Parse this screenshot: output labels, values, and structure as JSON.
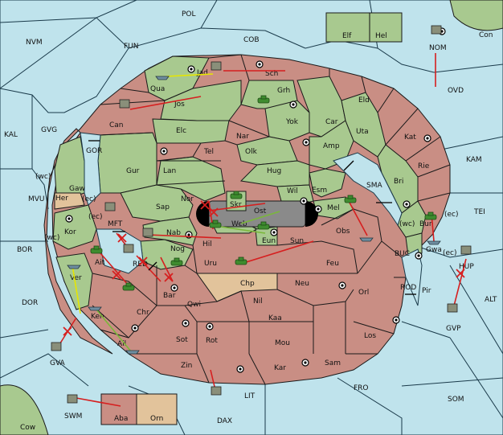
{
  "map": {
    "colors": {
      "sea": "#bfe3ec",
      "power_red": "#c98e84",
      "power_green": "#a8c98f",
      "neutral_tan": "#e2c39b",
      "center_grey": "#8a8a8a"
    },
    "sea_labels": [
      "POL",
      "NVM",
      "FUN",
      "COB",
      "Con",
      "NOM",
      "OVD",
      "KAL",
      "GVG",
      "KAM",
      "MVU",
      "TEI",
      "BOR",
      "BUC",
      "ALT",
      "DOR",
      "ROD",
      "GVP",
      "GVA",
      "SWM",
      "LIT",
      "FRO",
      "SOM",
      "Cow",
      "DAX",
      "GOR",
      "SMA",
      "RED",
      "MFT",
      "HUP"
    ],
    "land_labels": [
      "Elf",
      "Hel",
      "Jad",
      "Sch",
      "Qua",
      "Jos",
      "Grh",
      "Eld",
      "Can",
      "Yok",
      "Car",
      "Elc",
      "Nar",
      "Uta",
      "Kat",
      "Amp",
      "Tel",
      "Olk",
      "Gur",
      "Lan",
      "Hug",
      "Rie",
      "Bri",
      "Gaw",
      "Wil",
      "Esm",
      "Sap",
      "Nor",
      "Skr",
      "Ost",
      "Mel",
      "Her",
      "(wc)",
      "(ec)",
      "Kor",
      "Web",
      "Eun",
      "Obs",
      "Nab",
      "Sun",
      "Bun",
      "Hil",
      "Gwa",
      "Ait",
      "Nog",
      "Uru",
      "Feu",
      "Pir",
      "Chp",
      "Neu",
      "Orl",
      "Ver",
      "Bar",
      "Qwi",
      "Nil",
      "Chr",
      "Kaa",
      "Ken",
      "Los",
      "Sot",
      "Rot",
      "Mou",
      "Ail",
      "Zin",
      "Kar",
      "Sam",
      "Aba",
      "Orn"
    ]
  }
}
